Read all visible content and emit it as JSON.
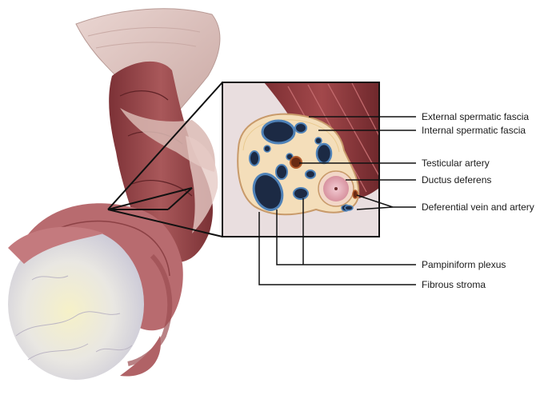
{
  "labels": {
    "external_spermatic_fascia": "External spermatic fascia",
    "internal_spermatic_fascia": "Internal spermatic fascia",
    "testicular_artery": "Testicular artery",
    "ductus_deferens": "Ductus deferens",
    "deferential_vein_and_artery": "Deferential vein and artery",
    "pampiniform_plexus": "Pampiniform plexus",
    "fibrous_stroma": "Fibrous stroma"
  },
  "colors": {
    "muscle": "#8c3a3e",
    "muscle_light": "#b06a6c",
    "fascia": "#f3dcc2",
    "vein_dark": "#1c2a44",
    "vein_blue": "#3b6fa8",
    "ductus": "#e3a8b4",
    "testis": "#f1eedc",
    "inset_bg": "#e9dedf",
    "line": "#111111"
  }
}
